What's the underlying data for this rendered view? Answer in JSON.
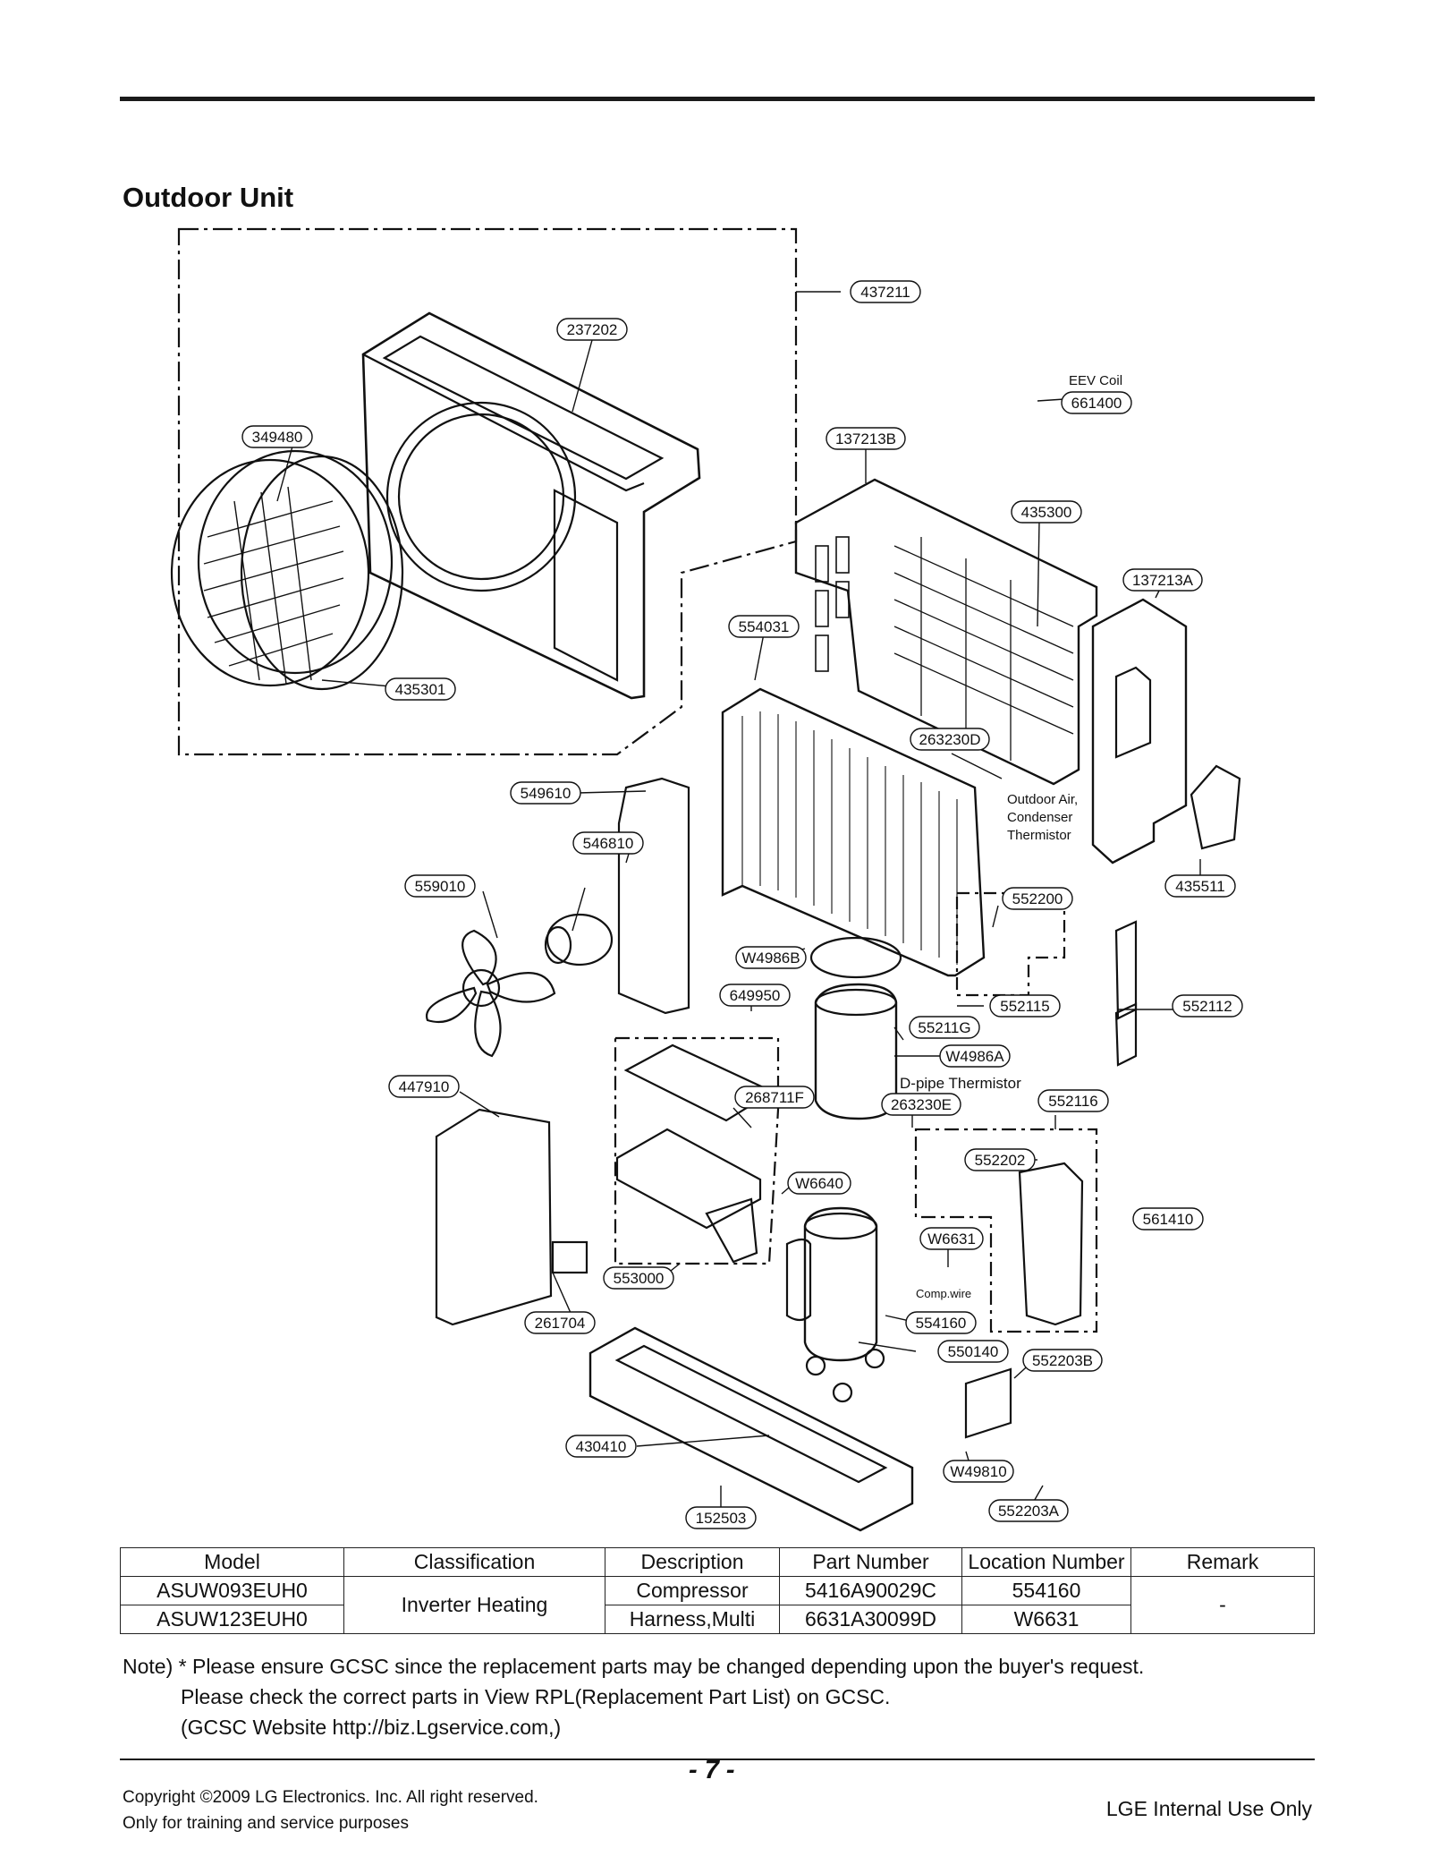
{
  "section_title": "Outdoor Unit",
  "diagram": {
    "callouts": [
      "437211",
      "237202",
      "349480",
      "435301",
      "137213B",
      "661400",
      "435300",
      "137213A",
      "554031",
      "263230D",
      "549610",
      "546810",
      "559010",
      "552200",
      "435511",
      "W4986B",
      "649950",
      "552115",
      "552112",
      "55211G",
      "W4986A",
      "447910",
      "268711F",
      "263230E",
      "552116",
      "552202",
      "W6640",
      "561410",
      "W6631",
      "553000",
      "261704",
      "554160",
      "550140",
      "552203B",
      "430410",
      "W49810",
      "152503",
      "552203A"
    ],
    "labels": {
      "eev_coil": "EEV Coil",
      "thermistor_line1": "Outdoor Air,",
      "thermistor_line2": "Condenser",
      "thermistor_line3": "Thermistor",
      "dpipe": "D-pipe Thermistor",
      "comp_wire": "Comp.wire"
    }
  },
  "table": {
    "headers": [
      "Model",
      "Classification",
      "Description",
      "Part Number",
      "Location Number",
      "Remark"
    ],
    "models": [
      "ASUW093EUH0",
      "ASUW123EUH0"
    ],
    "classification": "Inverter Heating",
    "rows": [
      {
        "description": "Compressor",
        "part_number": "5416A90029C",
        "location": "554160"
      },
      {
        "description": "Harness,Multi",
        "part_number": "6631A30099D",
        "location": "W6631"
      }
    ],
    "remark": "-"
  },
  "note": {
    "line1": "Note) * Please ensure GCSC since the replacement parts may be changed depending upon the buyer's request.",
    "line2": "Please check  the correct parts in View RPL(Replacement Part List) on GCSC.",
    "line3": "(GCSC Website  http://biz.Lgservice.com,)"
  },
  "footer": {
    "copyright": "Copyright ©2009 LG Electronics. Inc. All right reserved.",
    "purpose": "Only for training and service purposes",
    "page": "- 7 -",
    "internal": "LGE Internal Use Only"
  }
}
